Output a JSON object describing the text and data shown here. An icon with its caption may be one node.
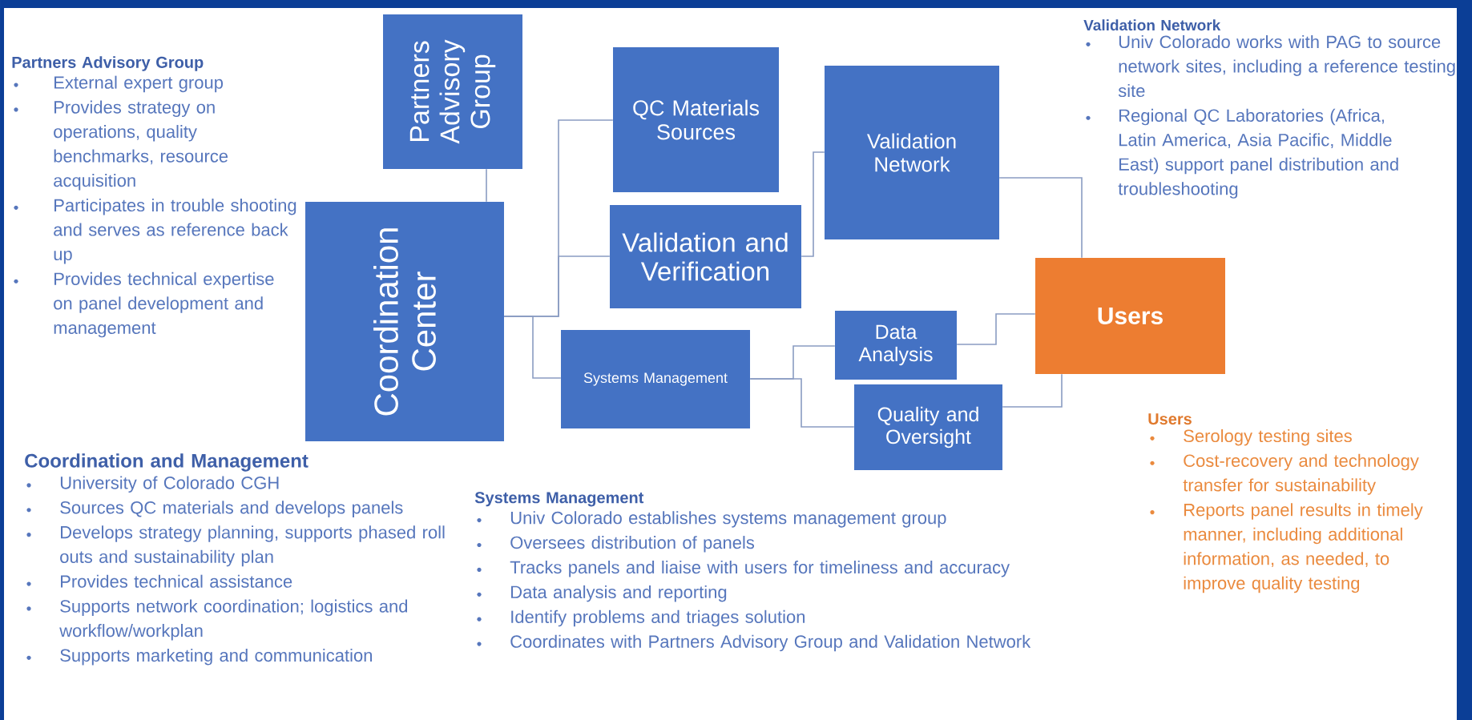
{
  "diagram": {
    "nodes": [
      {
        "text": [
          "Partners Advisory Group"
        ]
      },
      {
        "text": [
          "Coordination Center"
        ]
      },
      {
        "text": [
          "QC Materials Sources"
        ]
      },
      {
        "text": [
          "Validation and Verification"
        ]
      },
      {
        "text": [
          "Validation Network"
        ]
      },
      {
        "text": [
          "Systems Management"
        ]
      },
      {
        "text": [
          "Data Analysis"
        ]
      },
      {
        "text": [
          "Quality and Oversight"
        ]
      },
      {
        "text": [
          "Users"
        ]
      }
    ],
    "edges": [
      {
        "from": 0,
        "to": 1,
        "arrow": "none"
      },
      {
        "from": 1,
        "to": 2,
        "arrow": "none"
      },
      {
        "from": 1,
        "to": 3,
        "arrow": "none"
      },
      {
        "from": 1,
        "to": 5,
        "arrow": "none"
      },
      {
        "from": 3,
        "to": 4,
        "arrow": "none"
      },
      {
        "from": 4,
        "to": 8,
        "arrow": "none"
      },
      {
        "from": 5,
        "to": 6,
        "arrow": "none"
      },
      {
        "from": 5,
        "to": 7,
        "arrow": "none"
      },
      {
        "from": 6,
        "to": 8,
        "arrow": "none"
      },
      {
        "from": 7,
        "to": 8,
        "arrow": "none"
      }
    ],
    "labels": [
      "Partners Advisory Group",
      "External expert group",
      "Provides strategy on operations, quality benchmarks, resource acquisition",
      "Participates in trouble shooting and serves as reference back up",
      "Provides technical expertise on panel development and management",
      "Validation Network",
      "Univ Colorado works with PAG to source network sites, including a reference testing site",
      "Regional QC Laboratories (Africa, Latin America, Asia Pacific, Middle East) support panel distribution and troubleshooting",
      "Coordination and Management",
      "University of Colorado CGH",
      "Sources QC materials and develops panels",
      "Develops strategy planning, supports phased roll outs and sustainability plan",
      "Provides technical assistance",
      "Supports network coordination; logistics and workflow/workplan",
      "Supports marketing and communication",
      "Systems Management",
      "Univ Colorado establishes systems management group",
      "Oversees distribution of panels",
      "Tracks panels and liaise with users for timeliness and accuracy",
      "Data analysis and reporting",
      "Identify problems and triages solution",
      "Coordinates with Partners Advisory Group and Validation Network",
      "Users",
      "Serology testing sites",
      "Cost-recovery and technology transfer for sustainability",
      "Reports panel results in timely manner, including additional information, as needed, to improve quality testing"
    ]
  }
}
